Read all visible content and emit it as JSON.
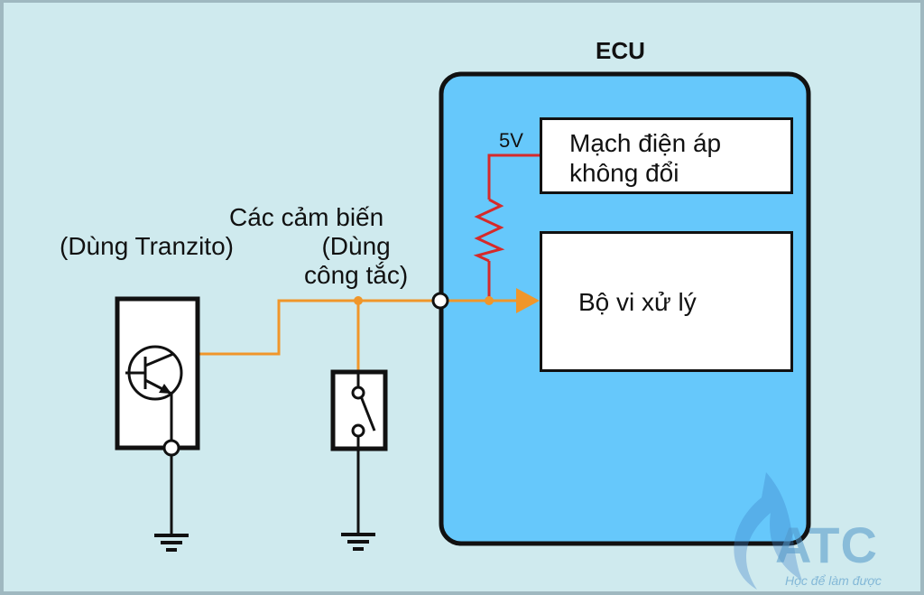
{
  "ecu": {
    "title": "ECU",
    "voltage_label": "5V",
    "constant_voltage_circuit": "Mạch điện áp\nkhông đổi",
    "constant_voltage_line1": "Mạch điện áp",
    "constant_voltage_line2": "không đổi",
    "microprocessor": "Bộ vi xử lý"
  },
  "sensors": {
    "group_label": "Các cảm biến",
    "transistor_type": "(Dùng Tranzito)",
    "switch_type_line1": "(Dùng",
    "switch_type_line2": "công tắc)"
  },
  "colors": {
    "background": "#cfeaee",
    "ecu_fill": "#66c8fb",
    "signal_wire": "#f0962a",
    "power_wire": "#d62a2a",
    "outline": "#111111"
  },
  "watermark": {
    "brand": "ATC",
    "slogan": "Học để làm được"
  }
}
